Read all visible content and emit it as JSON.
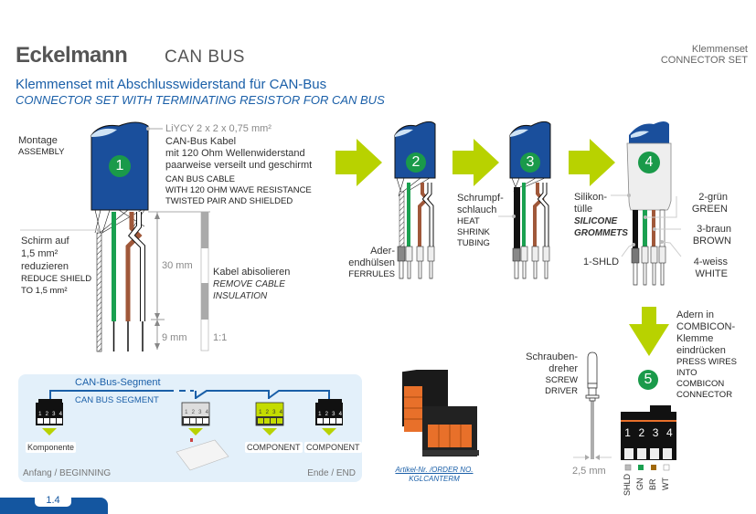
{
  "header": {
    "brand": "Eckelmann",
    "section": "CAN BUS",
    "corner_de": "Klemmenset",
    "corner_en": "CONNECTOR SET",
    "title_de": "Klemmenset mit Abschlusswiderstand für CAN-Bus",
    "title_en": "CONNECTOR SET WITH TERMINATING RESISTOR FOR CAN BUS"
  },
  "assembly": {
    "label_de": "Montage",
    "label_en": "ASSEMBLY"
  },
  "step1": {
    "number": "1",
    "cable_spec": "LiYCY 2 x 2 x 0,75 mm²",
    "cable_lines": [
      "CAN-Bus Kabel",
      "mit 120 Ohm Wellenwiderstand",
      "paarweise verseilt und geschirmt"
    ],
    "cable_lines_en": [
      "CAN BUS CABLE",
      "WITH 120 OHM WAVE RESISTANCE",
      "TWISTED PAIR AND SHIELDED"
    ],
    "shield_de": [
      "Schirm auf",
      "1,5 mm²",
      "reduzieren"
    ],
    "shield_en": [
      "REDUCE SHIELD",
      "TO 1,5 mm²"
    ],
    "dim_30": "30 mm",
    "dim_9": "9 mm",
    "strip_de": "Kabel abisolieren",
    "strip_en": [
      "REMOVE CABLE",
      "INSULATION"
    ],
    "scale": "1:1"
  },
  "step2": {
    "number": "2",
    "ferrule_de": [
      "Ader-",
      "endhülsen"
    ],
    "ferrule_en": "FERRULES"
  },
  "step3": {
    "number": "3",
    "shrink_de": [
      "Schrumpf-",
      "schlauch"
    ],
    "shrink_en": [
      "HEAT",
      "SHRINK",
      "TUBING"
    ]
  },
  "step4": {
    "number": "4",
    "grommet_de": [
      "Silikon-",
      "tülle"
    ],
    "grommet_en": [
      "SILICONE",
      "GROMMETS"
    ],
    "wire1": "1-SHLD",
    "wire2_de": "2-grün",
    "wire2_en": "GREEN",
    "wire3_de": "3-braun",
    "wire3_en": "BROWN",
    "wire4_de": "4-weiss",
    "wire4_en": "WHITE"
  },
  "step5": {
    "number": "5",
    "press_de": [
      "Adern in",
      "COMBICON-",
      "Klemme",
      "eindrücken"
    ],
    "press_en": [
      "PRESS WIRES",
      "INTO",
      "COMBICON",
      "CONNECTOR"
    ],
    "driver_de": [
      "Schrauben-",
      "dreher"
    ],
    "driver_en": [
      "SCREW",
      "DRIVER"
    ],
    "driver_size": "2,5 mm",
    "pins": [
      "1",
      "2",
      "3",
      "4"
    ],
    "pin_labels": [
      "SHLD",
      "GN",
      "BR",
      "WT"
    ]
  },
  "bus_segment": {
    "title_de": "CAN-Bus-Segment",
    "title_en": "CAN BUS SEGMENT",
    "pins": [
      "1",
      "2",
      "3",
      "4"
    ],
    "component_de": "Komponente",
    "component_en": "COMPONENT",
    "start": "Anfang / BEGINNING",
    "end": "Ende / END"
  },
  "order": {
    "label": "Artikel-Nr. /ORDER NO.",
    "code": "KGLCANTERM"
  },
  "page": {
    "number": "1.4"
  },
  "colors": {
    "brand_blue": "#1456a0",
    "cable_blue": "#1a4f9c",
    "step_green": "#1a9a4a",
    "arrow_lime": "#b8d200",
    "wire_green": "#1aa050",
    "wire_brown": "#a0583a",
    "panel_bg": "#e3f0fa",
    "connector_orange": "#e8702a"
  }
}
